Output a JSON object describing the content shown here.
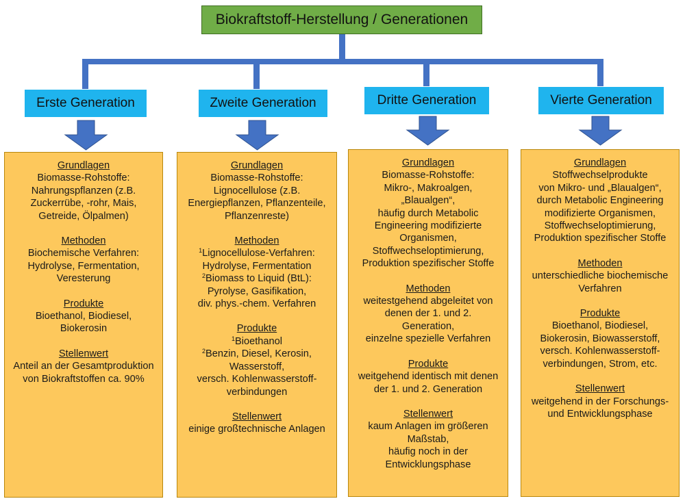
{
  "title": "Biokraftstoff-Herstellung / Generationen",
  "colors": {
    "title_fill": "#70ad47",
    "generation_fill": "#1fb4ee",
    "card_fill": "#fdc85c",
    "connector": "#4472c4"
  },
  "generations": [
    {
      "label": "Erste Generation",
      "sections": [
        {
          "title": "Grundlagen",
          "lines": [
            {
              "text": "Biomasse-Rohstoffe:"
            },
            {
              "text": "Nahrungspflanzen (z.B."
            },
            {
              "text": "Zuckerrübe, -rohr, Mais,"
            },
            {
              "text": "Getreide, Ölpalmen)"
            }
          ]
        },
        {
          "title": "Methoden",
          "lines": [
            {
              "text": "Biochemische Verfahren:"
            },
            {
              "text": "Hydrolyse, Fermentation,"
            },
            {
              "text": "Veresterung"
            }
          ]
        },
        {
          "title": "Produkte",
          "lines": [
            {
              "text": "Bioethanol, Biodiesel,"
            },
            {
              "text": "Biokerosin"
            }
          ]
        },
        {
          "title": "Stellenwert",
          "lines": [
            {
              "text": "Anteil an der Gesamtproduktion"
            },
            {
              "text": "von Biokraftstoffen ca. 90%"
            }
          ]
        }
      ]
    },
    {
      "label": "Zweite Generation",
      "sections": [
        {
          "title": "Grundlagen",
          "lines": [
            {
              "text": "Biomasse-Rohstoffe:"
            },
            {
              "text": "Lignocellulose (z.B."
            },
            {
              "text": "Energiepflanzen, Pflanzenteile,"
            },
            {
              "text": "Pflanzenreste)"
            }
          ]
        },
        {
          "title": "Methoden",
          "lines": [
            {
              "sup": "1",
              "text": "Lignocellulose-Verfahren:"
            },
            {
              "text": "Hydrolyse, Fermentation"
            },
            {
              "sup": "2",
              "text": "Biomass to Liquid (BtL):"
            },
            {
              "text": "Pyrolyse, Gasifikation,"
            },
            {
              "text": "div. phys.-chem. Verfahren"
            }
          ]
        },
        {
          "title": "Produkte",
          "lines": [
            {
              "sup": "1",
              "text": "Bioethanol"
            },
            {
              "sup": "2",
              "text": "Benzin, Diesel, Kerosin,"
            },
            {
              "text": "Wasserstoff,"
            },
            {
              "text": "versch. Kohlenwasserstoff-"
            },
            {
              "text": "verbindungen"
            }
          ]
        },
        {
          "title": "Stellenwert",
          "lines": [
            {
              "text": "einige großtechnische Anlagen"
            }
          ]
        }
      ]
    },
    {
      "label": "Dritte Generation",
      "sections": [
        {
          "title": "Grundlagen",
          "lines": [
            {
              "text": "Biomasse-Rohstoffe:"
            },
            {
              "text": "Mikro-, Makroalgen,"
            },
            {
              "text": "„Blaualgen“,"
            },
            {
              "text": "häufig durch Metabolic"
            },
            {
              "text": "Engineering modifizierte"
            },
            {
              "text": "Organismen,"
            },
            {
              "text": "Stoffwechseloptimierung,"
            },
            {
              "text": "Produktion spezifischer Stoffe"
            }
          ]
        },
        {
          "title": "Methoden",
          "lines": [
            {
              "text": "weitestgehend abgeleitet von"
            },
            {
              "text": "denen der 1. und 2."
            },
            {
              "text": "Generation,"
            },
            {
              "text": "einzelne spezielle Verfahren"
            }
          ]
        },
        {
          "title": "Produkte",
          "lines": [
            {
              "text": "weitgehend identisch mit denen"
            },
            {
              "text": "der 1. und 2. Generation"
            }
          ]
        },
        {
          "title": "Stellenwert",
          "lines": [
            {
              "text": "kaum Anlagen im größeren"
            },
            {
              "text": "Maßstab,"
            },
            {
              "text": "häufig noch in der"
            },
            {
              "text": "Entwicklungsphase"
            }
          ]
        }
      ]
    },
    {
      "label": "Vierte Generation",
      "sections": [
        {
          "title": "Grundlagen",
          "lines": [
            {
              "text": "Stoffwechselprodukte"
            },
            {
              "text": "von Mikro- und „Blaualgen“,"
            },
            {
              "text": "durch Metabolic Engineering"
            },
            {
              "text": "modifizierte Organismen,"
            },
            {
              "text": "Stoffwechseloptimierung,"
            },
            {
              "text": "Produktion spezifischer Stoffe"
            }
          ]
        },
        {
          "title": "Methoden",
          "lines": [
            {
              "text": "unterschiedliche biochemische"
            },
            {
              "text": "Verfahren"
            }
          ]
        },
        {
          "title": "Produkte",
          "lines": [
            {
              "text": "Bioethanol, Biodiesel,"
            },
            {
              "text": "Biokerosin, Biowasserstoff,"
            },
            {
              "text": "versch. Kohlenwasserstoff-"
            },
            {
              "text": "verbindungen, Strom, etc."
            }
          ]
        },
        {
          "title": "Stellenwert",
          "lines": [
            {
              "text": "weitgehend in der Forschungs-"
            },
            {
              "text": "und Entwicklungsphase"
            }
          ]
        }
      ]
    }
  ]
}
